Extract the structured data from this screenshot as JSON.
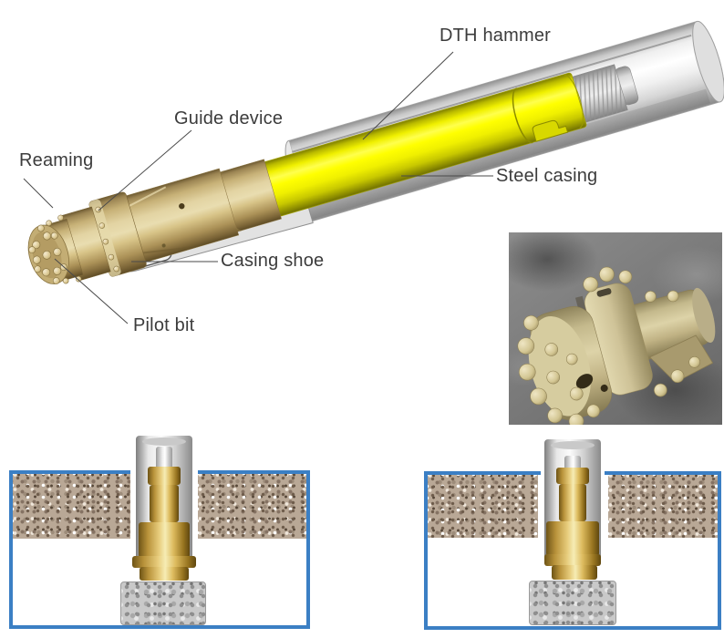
{
  "labels": {
    "dth_hammer": "DTH hammer",
    "guide_device": "Guide device",
    "reaming": "Reaming",
    "steel_casing": "Steel casing",
    "casing_shoe": "Casing shoe",
    "pilot_bit": "Pilot bit"
  },
  "colors": {
    "hammer_yellow": "#f0ee00",
    "bit_body_tan": "#cdb77d",
    "steel_casing_gray": "#dcdcdc",
    "diagram_border_blue": "#3b7fc4",
    "overburden_brown": "#b5a492",
    "bedrock_white": "#ffffff",
    "cuttings_gray": "#c6c6c6",
    "label_text": "#3c3c3c",
    "leader_line": "#4a4a4a"
  }
}
